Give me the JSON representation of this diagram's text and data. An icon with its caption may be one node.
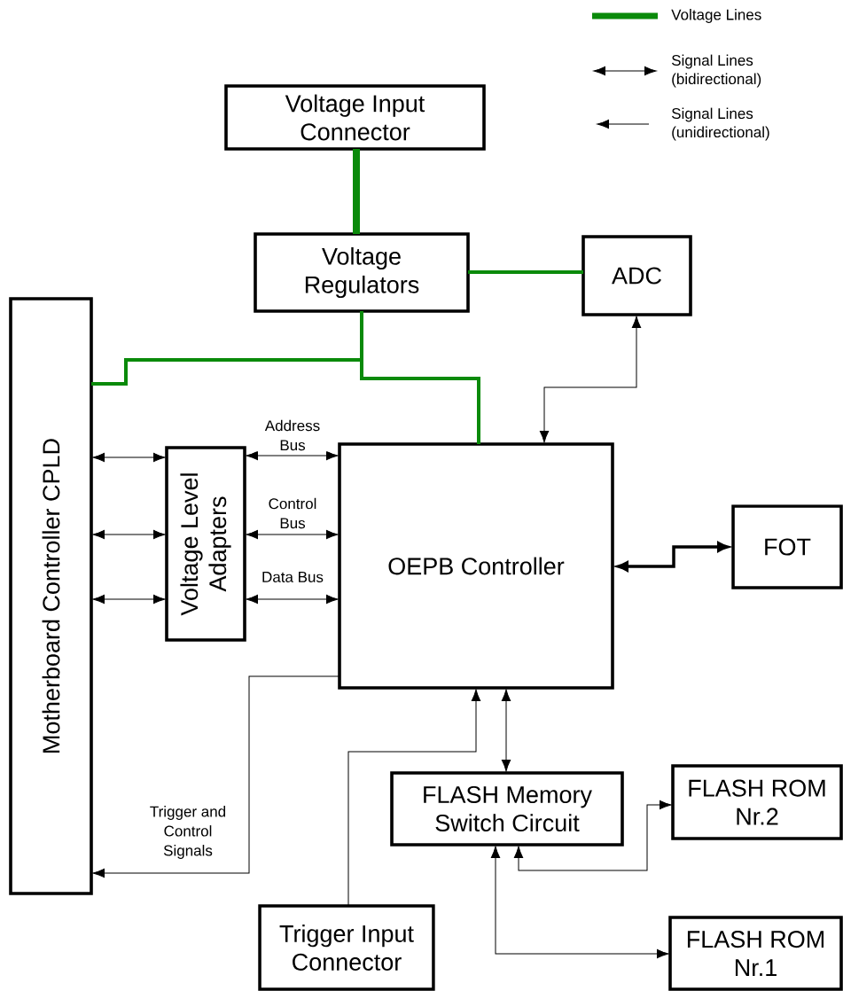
{
  "diagram": {
    "nodes": [
      {
        "text": [
          "Voltage Input Connector"
        ]
      },
      {
        "text": [
          "Voltage Regulators"
        ]
      },
      {
        "text": [
          "ADC"
        ]
      },
      {
        "text": [
          "Motherboard Controller CPLD"
        ]
      },
      {
        "text": [
          "Voltage Level Adapters"
        ]
      },
      {
        "text": [
          "OEPB Controller"
        ]
      },
      {
        "text": [
          "FOT"
        ]
      },
      {
        "text": [
          "FLASH Memory Switch Circuit"
        ]
      },
      {
        "text": [
          "FLASH ROM Nr.2"
        ]
      },
      {
        "text": [
          "Trigger Input Connector"
        ]
      },
      {
        "text": [
          "FLASH ROM Nr.1"
        ]
      }
    ],
    "edges": [
      {
        "from": 0,
        "to": 1,
        "arrow": "none",
        "style": "thick",
        "color": "#0a8a0a"
      },
      {
        "from": 1,
        "to": 2,
        "arrow": "none",
        "style": "thick",
        "color": "#0a8a0a"
      },
      {
        "from": 1,
        "to": 3,
        "arrow": "none",
        "style": "thick",
        "color": "#0a8a0a"
      },
      {
        "from": 1,
        "to": 5,
        "arrow": "none",
        "style": "thick",
        "color": "#0a8a0a"
      },
      {
        "from": 2,
        "to": 5,
        "arrow": "both"
      },
      {
        "from": 3,
        "to": 4,
        "arrow": "both"
      },
      {
        "from": 3,
        "to": 4,
        "arrow": "both"
      },
      {
        "from": 3,
        "to": 4,
        "arrow": "both"
      },
      {
        "from": 4,
        "to": 5,
        "arrow": "both",
        "label": "Address Bus"
      },
      {
        "from": 4,
        "to": 5,
        "arrow": "both",
        "label": "Control Bus"
      },
      {
        "from": 4,
        "to": 5,
        "arrow": "both",
        "label": "Data Bus"
      },
      {
        "from": 5,
        "to": 6,
        "arrow": "both",
        "style": "thick"
      },
      {
        "from": 5,
        "to": 3,
        "arrow": "to",
        "label": "Trigger and Control Signals"
      },
      {
        "from": 9,
        "to": 5,
        "arrow": "to"
      },
      {
        "from": 5,
        "to": 7,
        "arrow": "both"
      },
      {
        "from": 7,
        "to": 8,
        "arrow": "both"
      },
      {
        "from": 7,
        "to": 10,
        "arrow": "both"
      }
    ],
    "legend": [
      {
        "text": "Voltage Lines"
      },
      {
        "text": "Signal Lines (bidirectional)"
      },
      {
        "text": "Signal Lines (unidirectional)"
      }
    ]
  }
}
